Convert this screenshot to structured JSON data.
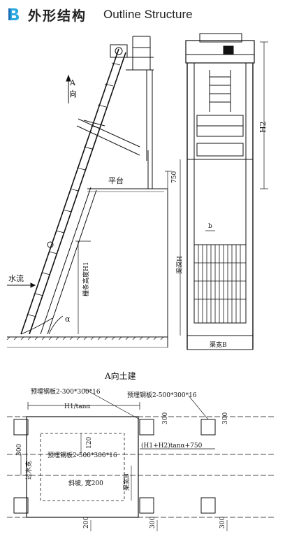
{
  "header": {
    "title_cn": "外形结构",
    "title_en": "Outline Structure",
    "logo_color_a": "#2aa8e0",
    "logo_color_b": "#1d6fb8"
  },
  "side_view": {
    "direction_a": "A",
    "direction_label": "向",
    "platform": "平台",
    "dim_750": "750",
    "water_flow": "水流",
    "rack_height": "栅条高度H1",
    "angle": "α"
  },
  "front_view": {
    "h2": "H2",
    "channel_depth": "渠深H",
    "b_small": "b",
    "channel_width": "渠宽B"
  },
  "plan_view": {
    "title": "A向土建",
    "plate_left": "预埋钢板2-300*300*16",
    "plate_right": "预埋钢板2-500*300*16",
    "plate_mid": "预埋钢板2-500*300*16",
    "h1_tan": "H1/tanα",
    "h_sum": "(H1+H2)tanα+750",
    "dim_300_a": "300",
    "dim_300_b": "300",
    "dim_300_c": "300",
    "dim_120": "120",
    "overflow": "过水宽",
    "slope": "斜坡, 宽200",
    "channel_b": "渠宽B",
    "dim_200": "200",
    "dim_300_d": "300",
    "dim_300_e": "300"
  }
}
